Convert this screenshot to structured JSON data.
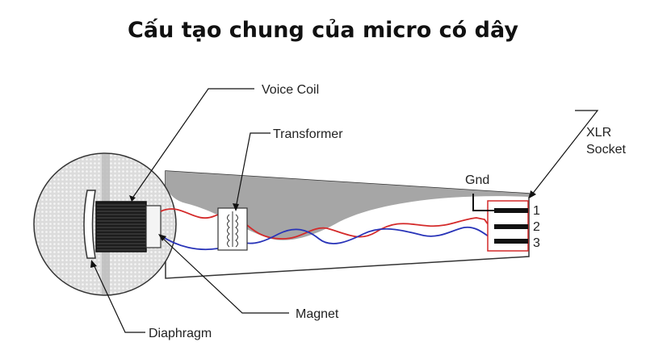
{
  "title": "Cấu tạo chung của micro có dây",
  "labels": {
    "voice_coil": "Voice Coil",
    "transformer": "Transformer",
    "xlr_line1": "XLR",
    "xlr_line2": "Socket",
    "gnd": "Gnd",
    "pin1": "1",
    "pin2": "2",
    "pin3": "3",
    "magnet": "Magnet",
    "diaphragm": "Diaphragm"
  },
  "colors": {
    "red_wire": "#d42a2a",
    "blue_wire": "#2833b8",
    "body_gray": "#a6a6a6",
    "outline": "#333333"
  }
}
